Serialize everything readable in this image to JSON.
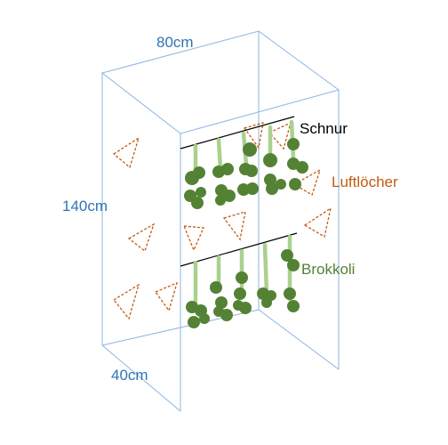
{
  "dimensions": {
    "width": "80cm",
    "height": "140cm",
    "depth": "40cm"
  },
  "labels": {
    "string": "Schnur",
    "air_holes": "Luftlöcher",
    "broccoli": "Brokkoli"
  },
  "colors": {
    "box_edges": "#8db4e2",
    "dimension_text": "#2e75b6",
    "string": "#000000",
    "air_holes": "#c55a11",
    "broccoli": "#548235",
    "stem": "#a9d18e"
  }
}
